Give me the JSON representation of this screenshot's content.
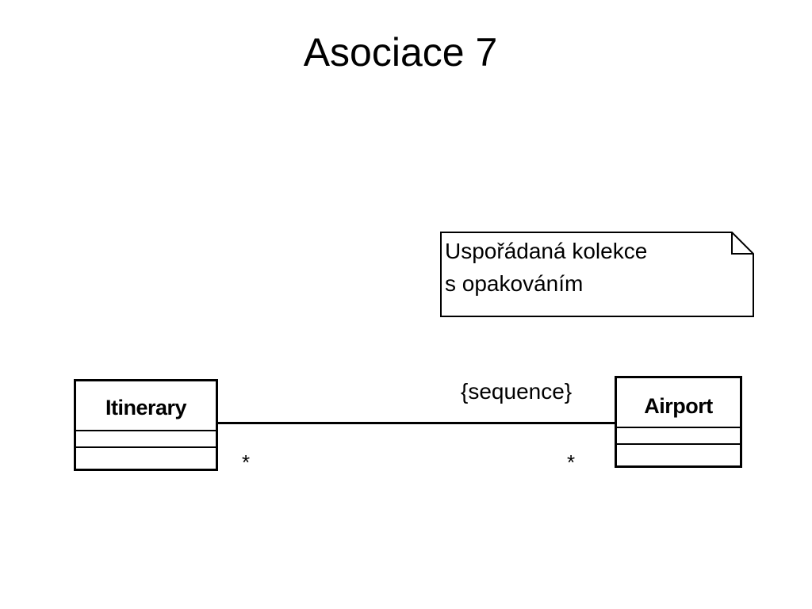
{
  "slide": {
    "title": "Asociace 7"
  },
  "diagram": {
    "note": {
      "lines": [
        "Uspořádaná kolekce",
        "s opakováním"
      ]
    },
    "classes": {
      "left": {
        "name": "Itinerary"
      },
      "right": {
        "name": "Airport"
      }
    },
    "association": {
      "constraint": "{sequence}",
      "multiplicity_left": "*",
      "multiplicity_right": "*"
    }
  }
}
